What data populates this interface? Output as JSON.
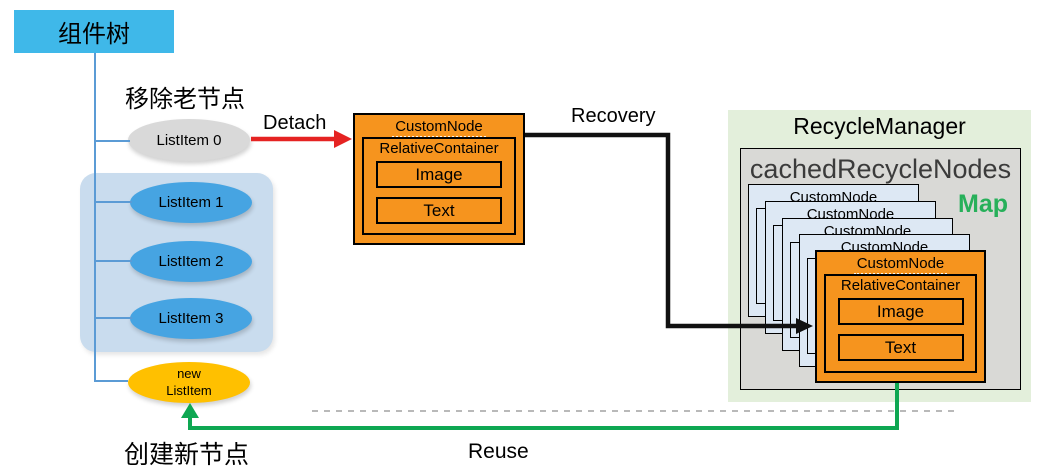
{
  "component_tree": {
    "title": "组件树",
    "remove_label": "移除老节点",
    "create_label": "创建新节点",
    "items": [
      "ListItem 0",
      "ListItem 1",
      "ListItem 2",
      "ListItem 3"
    ],
    "new_item": {
      "line1": "new",
      "line2": "ListItem"
    }
  },
  "arrows": {
    "detach": "Detach",
    "recovery": "Recovery",
    "reuse": "Reuse"
  },
  "custom_node": {
    "title": "CustomNode",
    "container": "RelativeContainer",
    "children": [
      "Image",
      "Text"
    ]
  },
  "recycle_manager": {
    "title": "RecycleManager",
    "cache_title": "cachedRecycleNodes",
    "map_label": "Map",
    "stacked_node_title": "CustomNode"
  },
  "colors": {
    "tree_header_blue": "#3fb8e9",
    "item_blue": "#46a4e2",
    "item_gray": "#d9d9d9",
    "item_gold": "#ffc000",
    "node_orange": "#f6941e",
    "manager_green_bg": "#e3efdb",
    "cache_gray_bg": "#d9d9d6",
    "stacked_blue_bg": "#dde8f4",
    "tree_line_blue": "#5b9bd5",
    "arrow_red": "#e52322",
    "arrow_black": "#111111",
    "arrow_green": "#0ea752",
    "map_green": "#27b05a"
  }
}
